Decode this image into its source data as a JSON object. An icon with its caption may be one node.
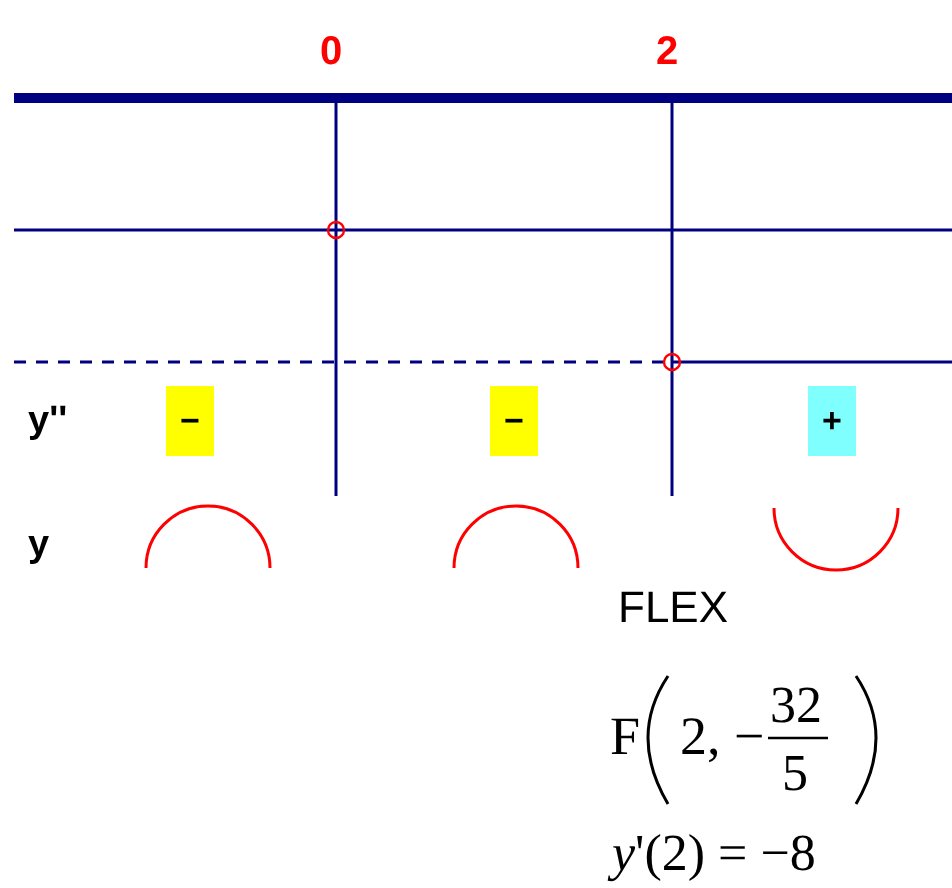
{
  "diagram": {
    "nodes": [
      {
        "text": [
          "−"
        ]
      },
      {
        "text": [
          "−"
        ]
      },
      {
        "text": [
          "+"
        ]
      }
    ],
    "labels": [
      "0",
      "2",
      "y''",
      "y",
      "FLEX",
      "F",
      "2, −",
      "32",
      "5",
      "*y*'(2) = −8"
    ]
  }
}
